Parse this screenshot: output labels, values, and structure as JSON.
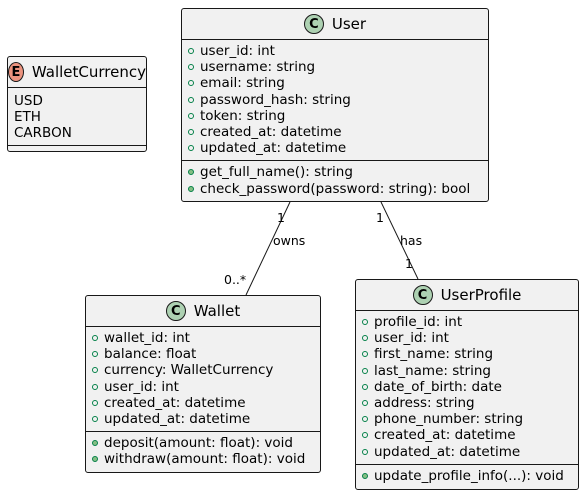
{
  "diagram": {
    "classes": {
      "wallet_currency": {
        "stereotype": "E",
        "name": "WalletCurrency",
        "values": [
          "USD",
          "ETH",
          "CARBON"
        ]
      },
      "user": {
        "stereotype": "C",
        "name": "User",
        "fields": [
          "user_id: int",
          "username: string",
          "email: string",
          "password_hash: string",
          "token: string",
          "created_at: datetime",
          "updated_at: datetime"
        ],
        "methods": [
          "get_full_name(): string",
          "check_password(password: string): bool"
        ]
      },
      "wallet": {
        "stereotype": "C",
        "name": "Wallet",
        "fields": [
          "wallet_id: int",
          "balance: float",
          "currency: WalletCurrency",
          "user_id: int",
          "created_at: datetime",
          "updated_at: datetime"
        ],
        "methods": [
          "deposit(amount: float): void",
          "withdraw(amount: float): void"
        ]
      },
      "user_profile": {
        "stereotype": "C",
        "name": "UserProfile",
        "fields": [
          "profile_id: int",
          "user_id: int",
          "first_name: string",
          "last_name: string",
          "date_of_birth: date",
          "address: string",
          "phone_number: string",
          "created_at: datetime",
          "updated_at: datetime"
        ],
        "methods": [
          "update_profile_info(...): void"
        ]
      }
    },
    "relations": {
      "owns": {
        "label": "owns",
        "from_mult": "1",
        "to_mult": "0..*"
      },
      "has": {
        "label": "has",
        "from_mult": "1",
        "to_mult": "1"
      }
    },
    "colors": {
      "class_fill": "#f1f1f1",
      "border": "#181818",
      "class_badge": "#add1b2",
      "enum_badge": "#eb937f",
      "visibility": "#84be84"
    }
  }
}
